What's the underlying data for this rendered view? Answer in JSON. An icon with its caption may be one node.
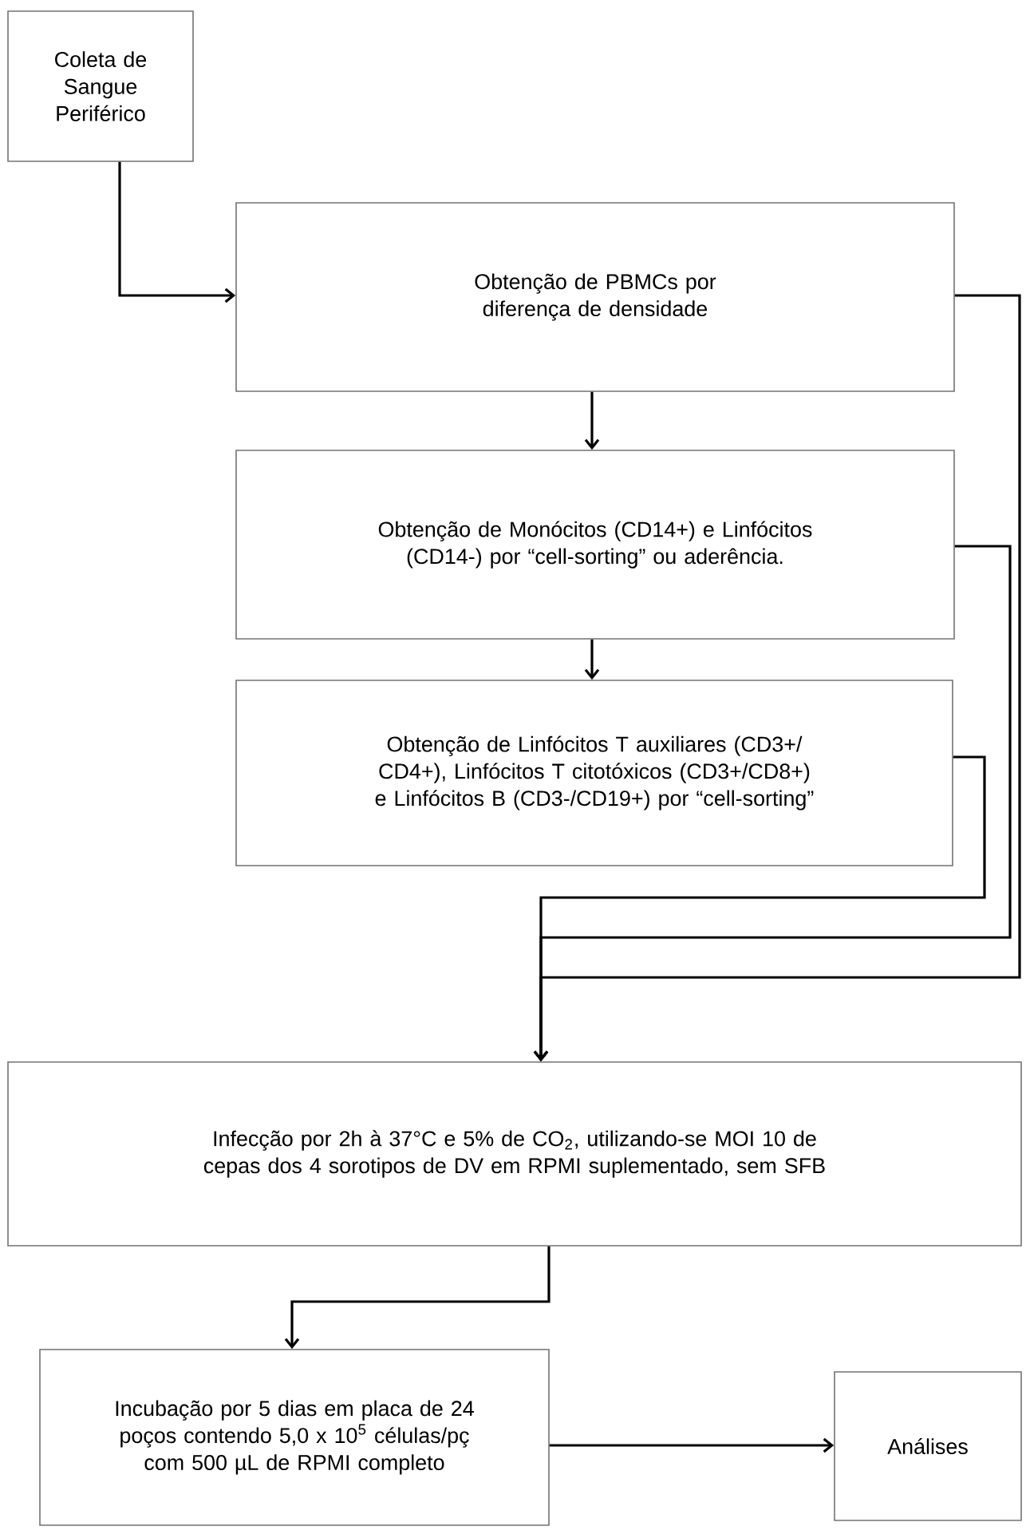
{
  "diagram": {
    "nodes": [
      {
        "text": [
          "Coleta de Sangue Periférico"
        ]
      },
      {
        "text": [
          "Obtenção de PBMCs por diferença de densidade"
        ]
      },
      {
        "text": [
          "Obtenção de Monócitos (CD14+) e Linfócitos (CD14-)  por “cell-sorting” ou aderência."
        ]
      },
      {
        "text": [
          "Obtenção de Linfócitos T auxiliares (CD3+/ CD4+), Linfócitos T citotóxicos (CD3+/CD8+)  e Linfócitos B (CD3-/CD19+) por “cell-sorting”"
        ]
      },
      {
        "text": [
          "Infecção por 2h à 37°C e 5% de CO$_{2}$, utilizando-se MOI 10 de cepas dos 4 sorotipos de DV em RPMI suplementado, sem SFB"
        ]
      },
      {
        "text": [
          "Incubação por 5 dias em placa de 24 poços contendo 5,0 x 10$^{5}$ células/pç com 500 µL de RPMI completo"
        ]
      },
      {
        "text": [
          "Análises"
        ]
      }
    ],
    "edges": [
      {
        "from": 0,
        "to": 1,
        "arrow": "to"
      },
      {
        "from": 1,
        "to": 2,
        "arrow": "to"
      },
      {
        "from": 2,
        "to": 3,
        "arrow": "to"
      },
      {
        "from": 1,
        "to": 4,
        "arrow": "to"
      },
      {
        "from": 2,
        "to": 4,
        "arrow": "to"
      },
      {
        "from": 3,
        "to": 4,
        "arrow": "to"
      },
      {
        "from": 4,
        "to": 5,
        "arrow": "to"
      },
      {
        "from": 5,
        "to": 6,
        "arrow": "to"
      }
    ]
  }
}
